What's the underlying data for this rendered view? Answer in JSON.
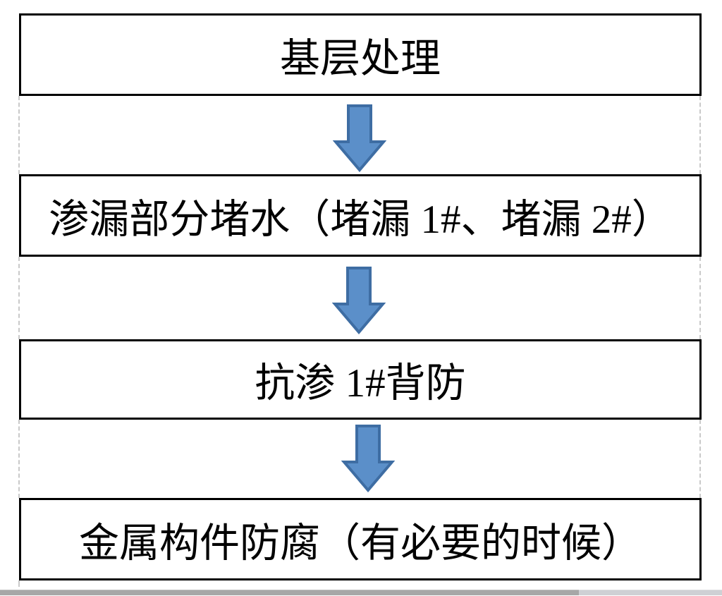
{
  "flowchart": {
    "steps": [
      {
        "label": "基层处理"
      },
      {
        "label": "渗漏部分堵水（堵漏 1#、堵漏 2#）"
      },
      {
        "label": "抗渗 1#背防"
      },
      {
        "label": "金属构件防腐（有必要的时候）"
      }
    ]
  },
  "colors": {
    "box_border": "#000000",
    "text": "#000000",
    "arrow_fill": "#5B8FC9",
    "arrow_stroke": "#3E6DA3",
    "guide_dashed": "#C9C9C9",
    "scrollbar_thumb": "#A7A7A7",
    "scrollbar_track": "#CFD0D4"
  }
}
